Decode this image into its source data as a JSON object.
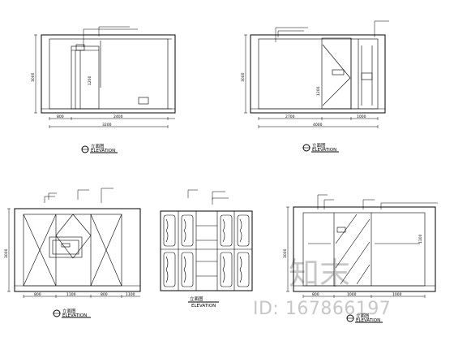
{
  "elevations": [
    {
      "title_cn": "立面图",
      "subtitle": "ELEVATION",
      "widths": [
        "800",
        "2400",
        "3200"
      ],
      "heights": [
        "3000",
        "1200"
      ]
    },
    {
      "title_cn": "立面图",
      "subtitle": "ELEVATION",
      "widths": [
        "2700",
        "1000",
        "4000"
      ],
      "heights": [
        "3000",
        "1200"
      ]
    },
    {
      "title_cn": "立面图",
      "subtitle": "ELEVATION",
      "widths": [
        "800",
        "1100",
        "800",
        "1100"
      ],
      "heights": [
        "3000"
      ]
    },
    {
      "title_cn": "立面图",
      "subtitle": "ELEVATION",
      "widths": [],
      "heights": []
    },
    {
      "title_cn": "立面图",
      "subtitle": "ELEVATION",
      "widths": [
        "800",
        "1000",
        "1000"
      ],
      "heights": [
        "3000",
        "1100"
      ]
    }
  ],
  "watermark": {
    "logo": "知末",
    "id_text": "ID: 167866197"
  }
}
